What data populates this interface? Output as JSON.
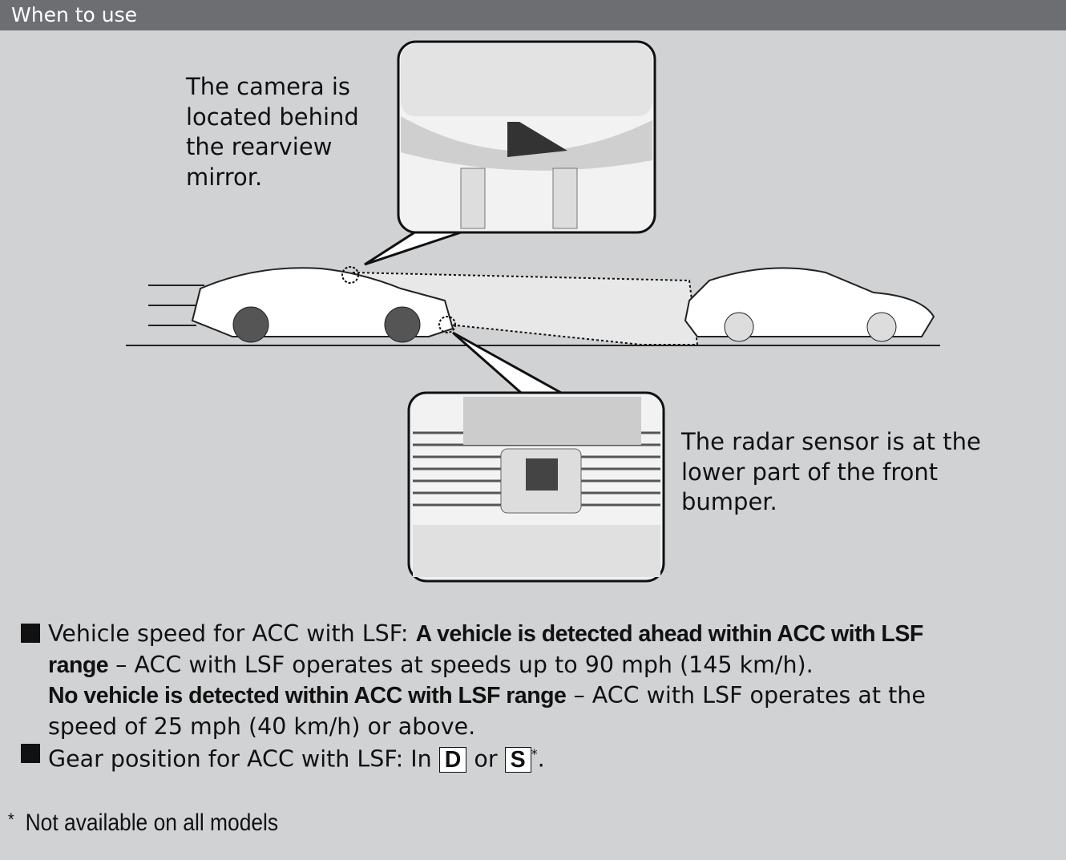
{
  "header": {
    "title": "When to use"
  },
  "illustration": {
    "camera_caption": "The camera is located behind the rearview mirror.",
    "camera_lines": [
      "The camera is",
      "located behind",
      "the rearview",
      "mirror."
    ],
    "radar_lines": [
      "The radar sensor is at the",
      "lower part of the front",
      "bumper."
    ]
  },
  "conditions": [
    {
      "label": "Vehicle speed for ACC with LSF: ",
      "bold1": "A vehicle is detected ahead within ACC with LSF range",
      "text1": " – ACC with LSF operates at speeds up to 90 mph (145 km/h).",
      "bold2": "No vehicle is detected within ACC with LSF range",
      "text2": " – ACC with LSF operates at the speed of 25 mph (40 km/h) or above."
    },
    {
      "label": "Gear position for ACC with LSF: In ",
      "key1": "D",
      "or": " or ",
      "key2": "S",
      "mark": "*",
      "end": "."
    }
  ],
  "footnote": {
    "mark": "*",
    "text": "Not available on all models"
  }
}
